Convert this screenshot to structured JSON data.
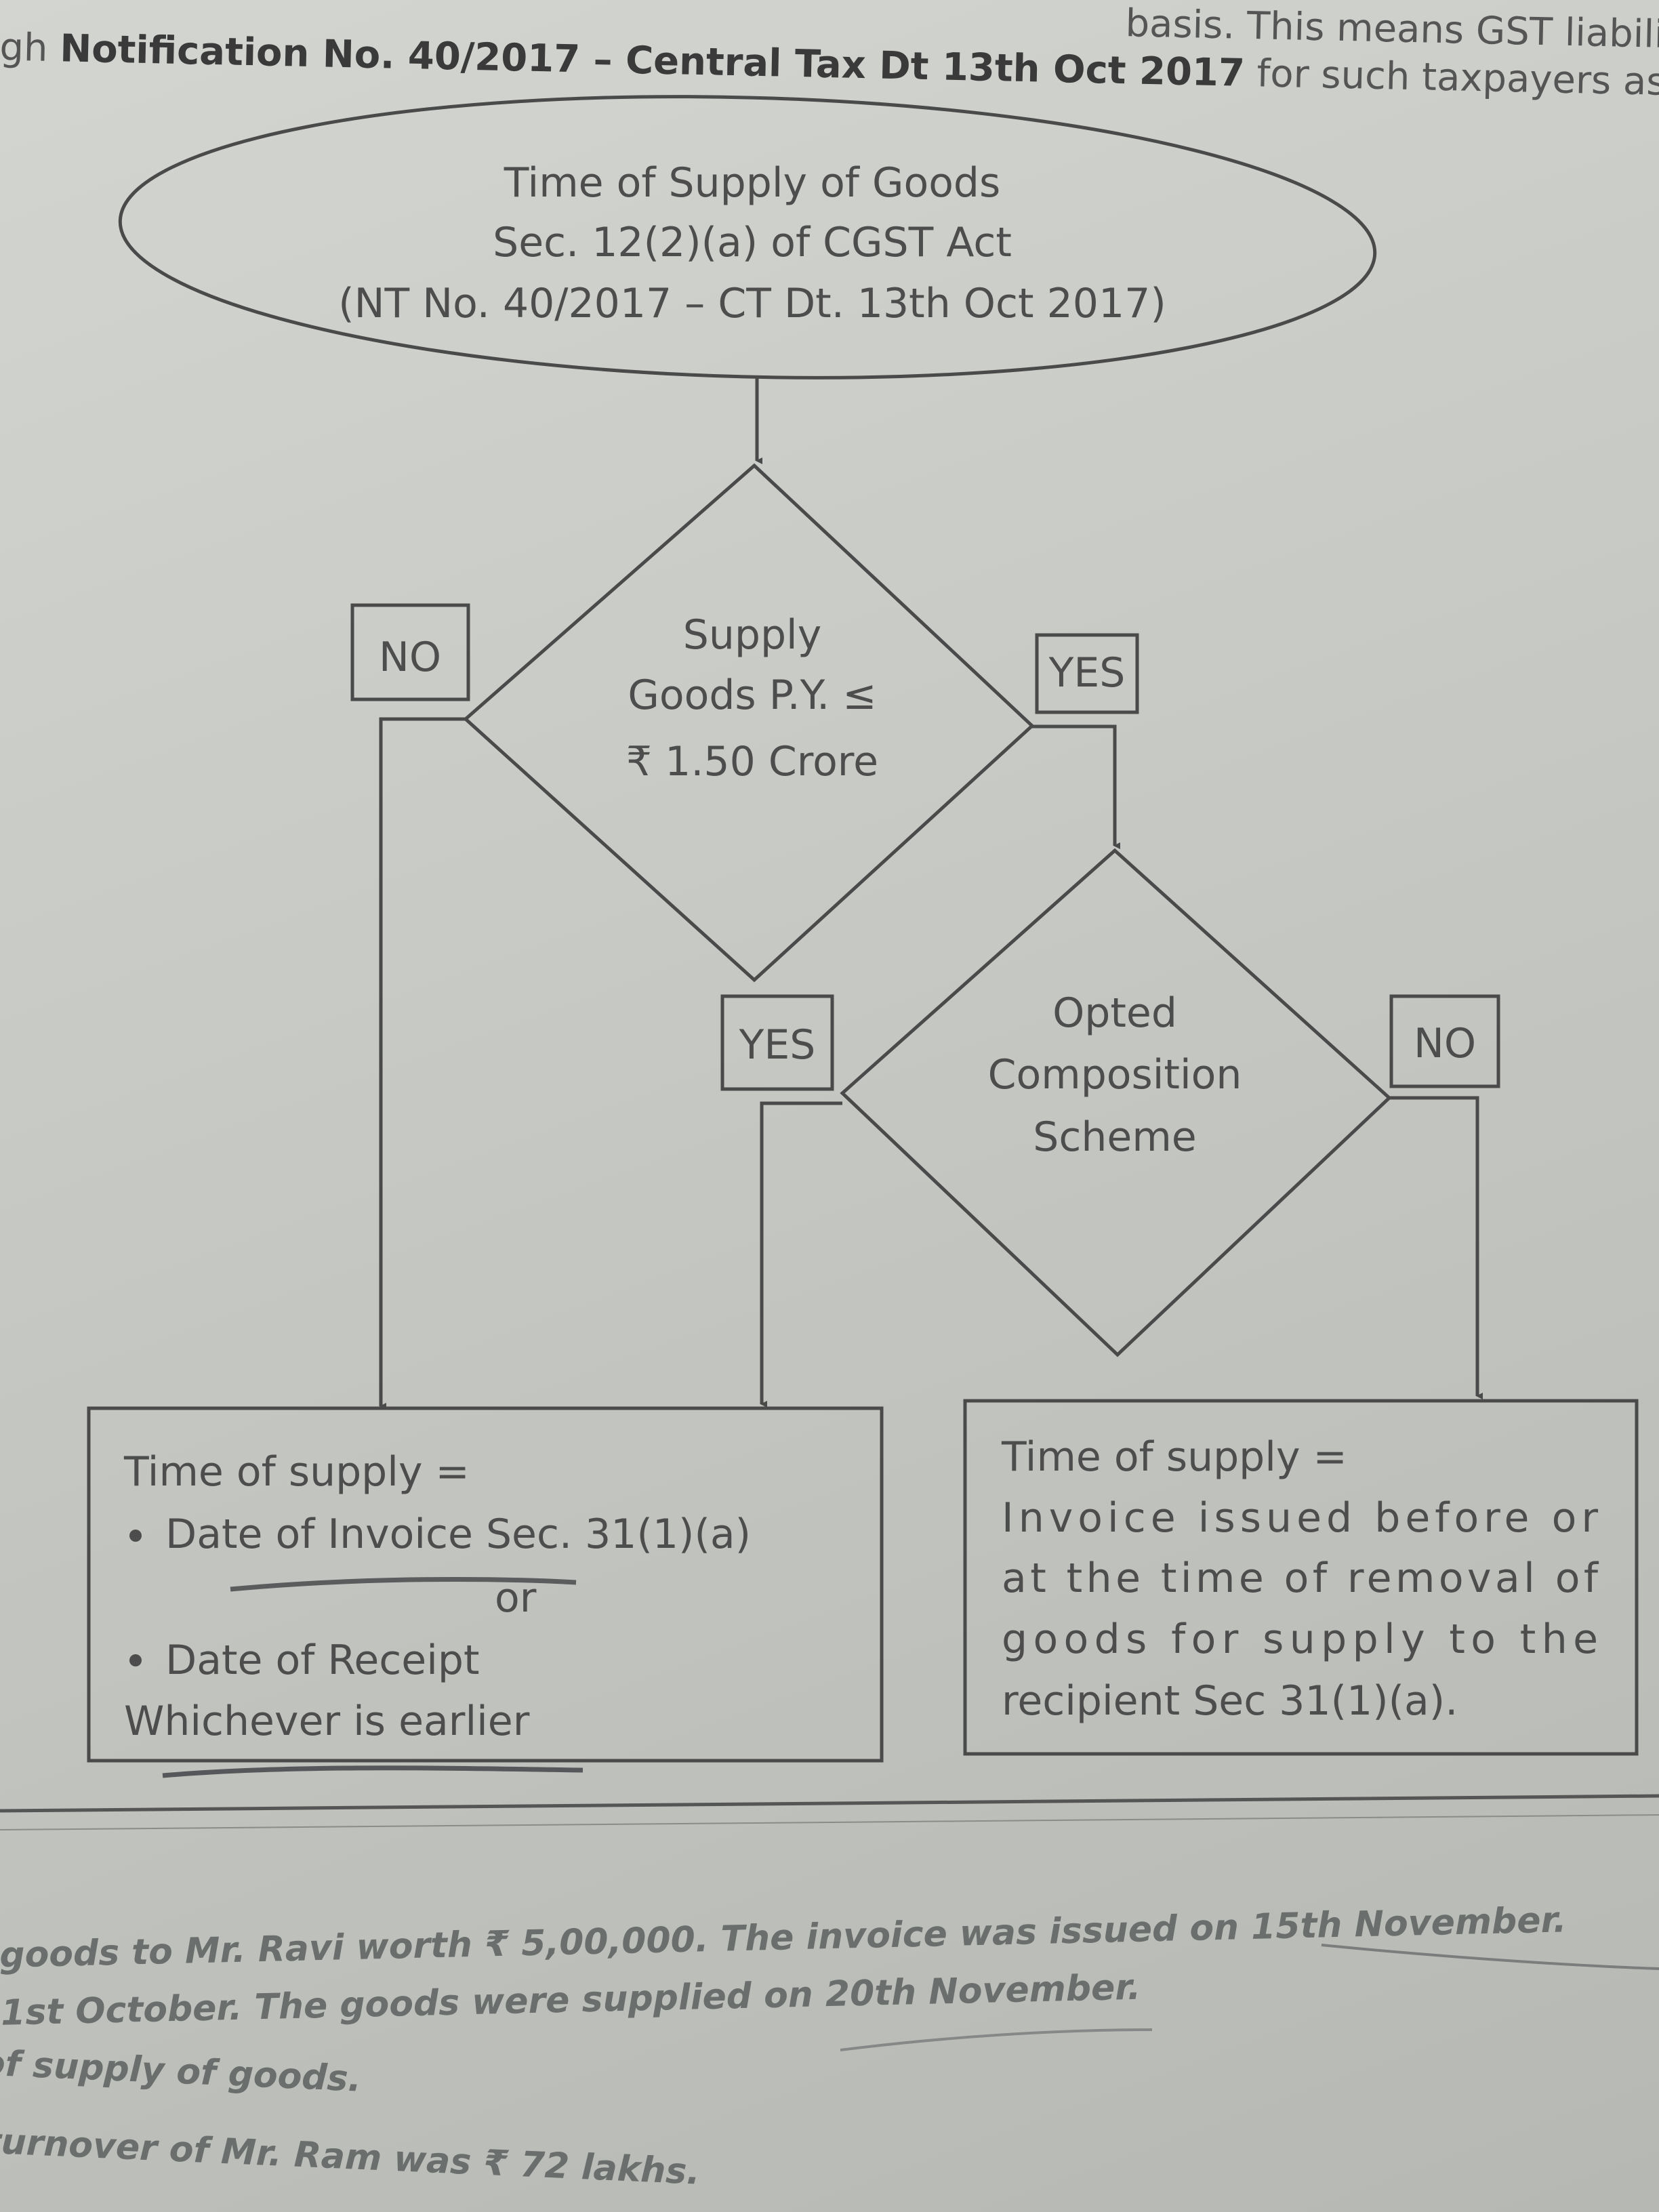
{
  "header": {
    "line1_fragment": "basis. This means GST liability on ad",
    "line2_prefix": "gh ",
    "line2_bold": "Notification No. 40/2017 – Central Tax Dt 13th Oct 2017",
    "line2_suffix": " for such taxpayers as r"
  },
  "flowchart": {
    "start": {
      "line1": "Time of Supply of Goods",
      "line2": "Sec. 12(2)(a) of CGST Act",
      "line3": "(NT No. 40/2017 – CT Dt. 13th Oct 2017)"
    },
    "decision1": {
      "line1": "Supply",
      "line2": "Goods P.Y. ≤",
      "line3": "₹ 1.50 Crore",
      "no_label": "NO",
      "yes_label": "YES"
    },
    "decision2": {
      "line1": "Opted",
      "line2": "Composition",
      "line3": "Scheme",
      "yes_label": "YES",
      "no_label": "NO"
    },
    "result_left": {
      "line1": "Time of supply =",
      "bullet1": "Date of Invoice Sec. 31(1)(a)",
      "or": "or",
      "bullet2": "Date of Receipt",
      "line_last": "Whichever is earlier"
    },
    "result_right": {
      "line1": "Time of supply =",
      "line2": "Invoice issued before or",
      "line3": "at the time of removal of",
      "line4": "goods for supply to the",
      "line5": "recipient Sec 31(1)(a)."
    }
  },
  "footer": {
    "line1": "goods to Mr. Ravi worth ₹ 5,00,000. The invoice was issued on 15th November.",
    "line2": "1st October. The goods were supplied on 20th November.",
    "line3": "of supply of goods.",
    "line4": "turnover of Mr. Ram was ₹ 72 lakhs."
  }
}
